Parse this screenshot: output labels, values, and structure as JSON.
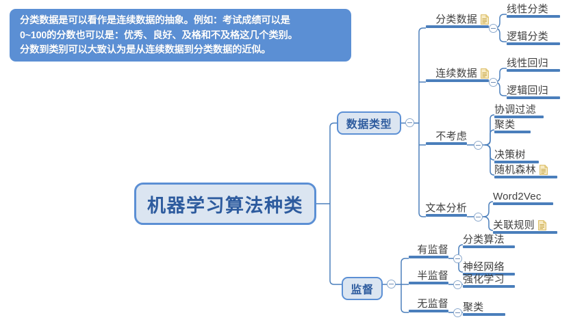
{
  "document": {
    "title": "机器学习算法种类",
    "type": "mindmap"
  },
  "colors": {
    "node_fill": "#dbe5f1",
    "node_border": "#5b8fd4",
    "node_text": "#2d5b9e",
    "branch_line": "#4a7ebb",
    "leaf_text": "#404040",
    "popup_bg": "#5b8fd4",
    "popup_text": "#ffffff",
    "doc_icon": "#f2e0a8"
  },
  "note_popup": {
    "name": "note-tooltip",
    "lines": [
      "分类数据是可以看作是连续数据的抽象。例如：考试成绩可以是",
      "0~100的分数也可以是：优秀、良好、及格和不及格这几个类别。",
      "分数到类别可以大致认为是从连续数据到分类数据的近似。"
    ]
  },
  "root": {
    "label": "机器学习算法种类"
  },
  "branches": [
    {
      "label": "数据类型",
      "collapsed": false,
      "children": [
        {
          "label": "分类数据",
          "has_note": true,
          "collapsed": false,
          "children": [
            {
              "label": "线性分类",
              "has_note": false
            },
            {
              "label": "逻辑分类",
              "has_note": false
            }
          ]
        },
        {
          "label": "连续数据",
          "has_note": true,
          "collapsed": false,
          "children": [
            {
              "label": "线性回归",
              "has_note": false
            },
            {
              "label": "逻辑回归",
              "has_note": false
            }
          ]
        },
        {
          "label": "不考虑",
          "has_note": false,
          "collapsed": false,
          "children": [
            {
              "label": "协调过滤",
              "has_note": false
            },
            {
              "label": "聚类",
              "has_note": false
            },
            {
              "label": "决策树",
              "has_note": false
            },
            {
              "label": "随机森林",
              "has_note": true
            }
          ]
        },
        {
          "label": "文本分析",
          "has_note": false,
          "collapsed": false,
          "children": [
            {
              "label": "Word2Vec",
              "has_note": false
            },
            {
              "label": "关联规则",
              "has_note": true
            }
          ]
        }
      ]
    },
    {
      "label": "监督",
      "collapsed": false,
      "children": [
        {
          "label": "有监督",
          "has_note": false,
          "collapsed": false,
          "children": [
            {
              "label": "分类算法",
              "has_note": false
            },
            {
              "label": "神经网络",
              "has_note": false
            }
          ]
        },
        {
          "label": "半监督",
          "has_note": false,
          "collapsed": false,
          "children": [
            {
              "label": "强化学习",
              "has_note": false
            }
          ]
        },
        {
          "label": "无监督",
          "has_note": false,
          "collapsed": false,
          "children": [
            {
              "label": "聚类",
              "has_note": false
            }
          ]
        }
      ]
    }
  ]
}
